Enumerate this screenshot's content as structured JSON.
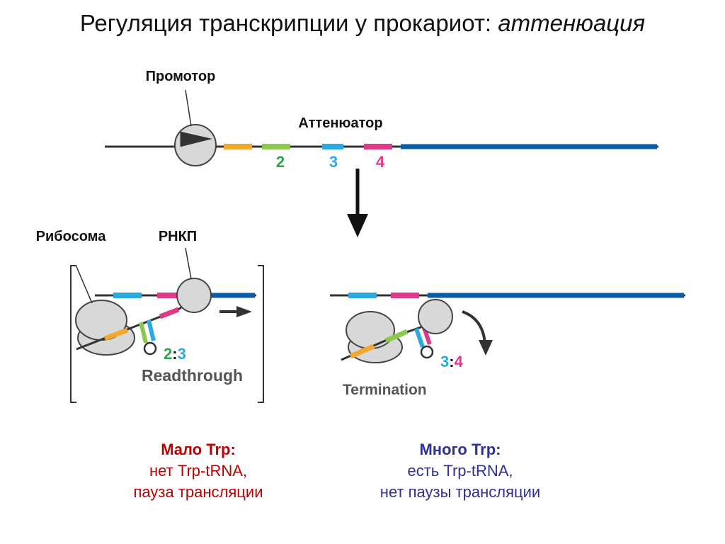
{
  "title": {
    "main": "Регуляция транскрипции у прокариот: ",
    "italic": "аттенюация"
  },
  "labels": {
    "promoter": "Промотор",
    "attenuator": "Аттенюатор",
    "ribosome": "Рибосома",
    "rnap": "РНКП",
    "seg2": "2",
    "seg3": "3",
    "seg4": "4",
    "pair_left_a": "2",
    "pair_sep": ":",
    "pair_left_b": "3",
    "pair_right_a": "3",
    "pair_right_b": "4",
    "readthrough": "Readthrough",
    "termination": "Termination"
  },
  "captions": {
    "left": {
      "head": "Мало Trp:",
      "line1": "нет Trp-tRNA,",
      "line2": "пауза трансляции"
    },
    "right": {
      "head": "Много Trp:",
      "line1": "есть Trp-tRNA,",
      "line2": "нет паузы трансляции"
    }
  },
  "colors": {
    "orange": "#f0a830",
    "green": "#8cc850",
    "cyan": "#29abe2",
    "magenta": "#e0398a",
    "blue": "#0a5ca8",
    "grey": "#d8d8d8",
    "digit_green": "#2aa44a",
    "digit_cyan": "#29abe2",
    "digit_magenta": "#e0398a",
    "low_trp": "#c00000",
    "high_trp": "#2e3192"
  }
}
